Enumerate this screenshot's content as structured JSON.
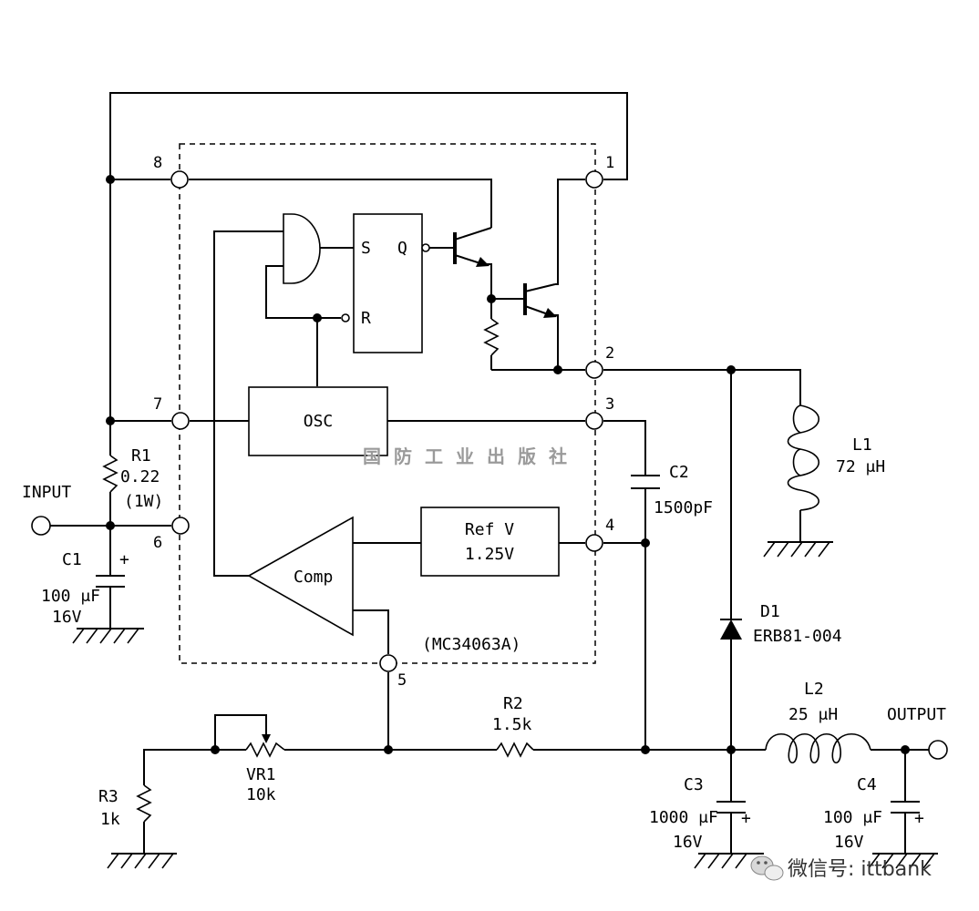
{
  "chip": {
    "part": "(MC34063A)"
  },
  "pins": {
    "p1": "1",
    "p2": "2",
    "p3": "3",
    "p4": "4",
    "p5": "5",
    "p6": "6",
    "p7": "7",
    "p8": "8"
  },
  "blocks": {
    "flipflop_s": "S",
    "flipflop_r": "R",
    "flipflop_q": "Q",
    "osc": "OSC",
    "ref_line1": "Ref V",
    "ref_line2": "1.25V",
    "comp": "Comp"
  },
  "components": {
    "input": "INPUT",
    "output": "OUTPUT",
    "r1_name": "R1",
    "r1_value": "0.22",
    "r1_power": "(1W)",
    "c1_name": "C1",
    "c1_value": "100 μF",
    "c1_voltage": "16V",
    "c1_polarity": "+",
    "c2_name": "C2",
    "c2_value": "1500pF",
    "l1_name": "L1",
    "l1_value": "72 μH",
    "d1_name": "D1",
    "d1_value": "ERB81-004",
    "l2_name": "L2",
    "l2_value": "25 μH",
    "r2_name": "R2",
    "r2_value": "1.5k",
    "vr1_name": "VR1",
    "vr1_value": "10k",
    "r3_name": "R3",
    "r3_value": "1k",
    "c3_name": "C3",
    "c3_value": "1000 μF",
    "c3_voltage": "16V",
    "c3_polarity": "+",
    "c4_name": "C4",
    "c4_value": "100 μF",
    "c4_voltage": "16V",
    "c4_polarity": "+"
  },
  "watermark": {
    "publisher": "国防工业出版社",
    "account": "微信号: ittbank"
  }
}
